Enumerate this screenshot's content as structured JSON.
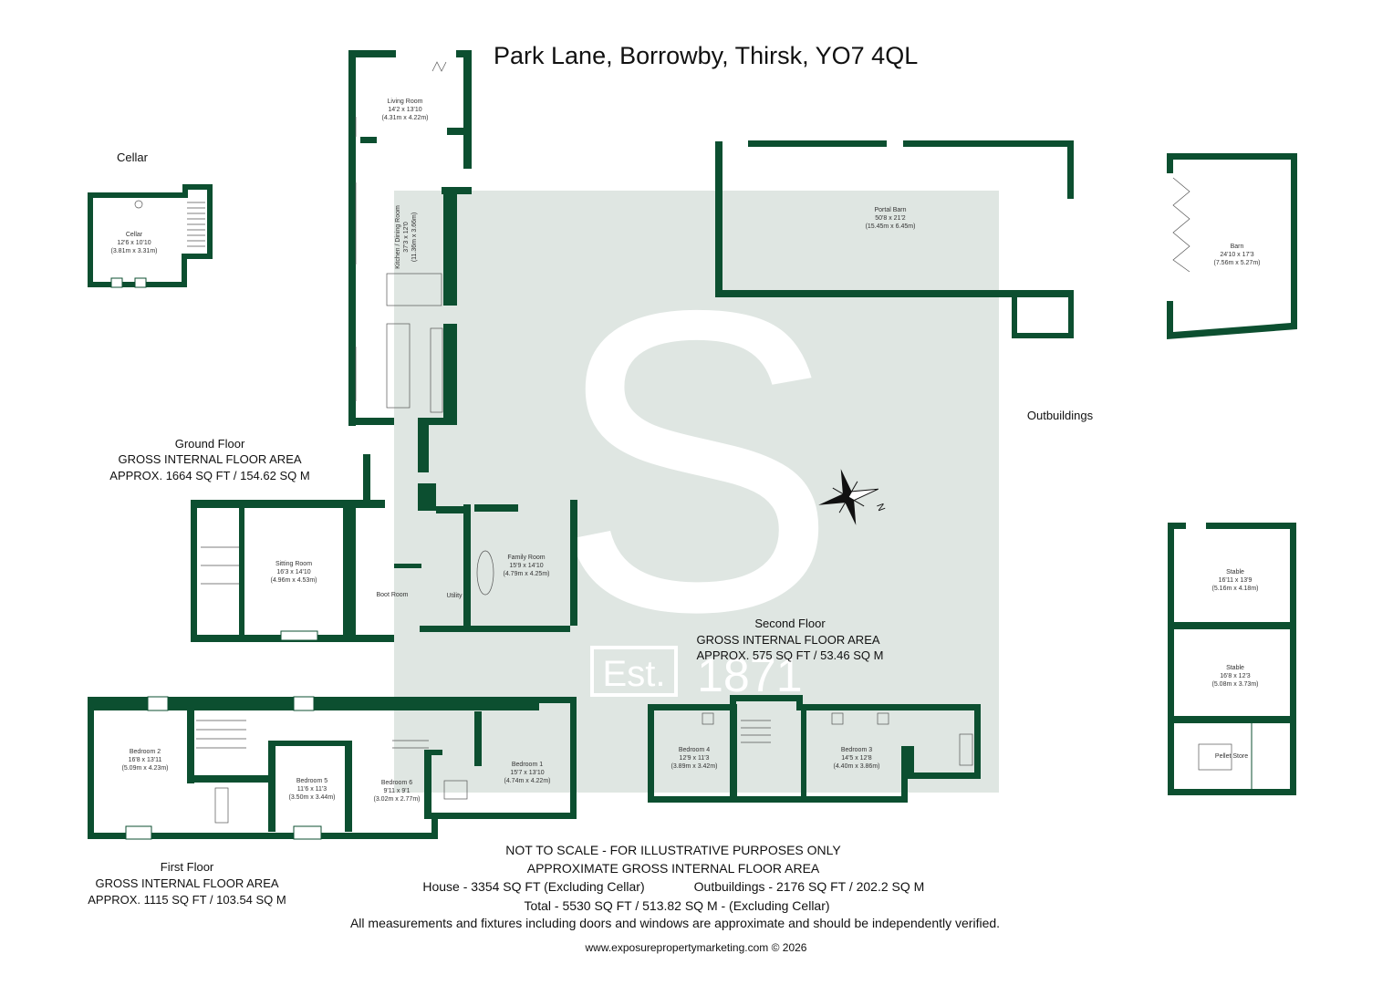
{
  "title": "Park Lane, Borrowby, Thirsk, YO7 4QL",
  "watermark": {
    "letter": "S",
    "est": "Est.",
    "year": "1871"
  },
  "cellar": {
    "heading": "Cellar",
    "rooms": [
      {
        "name": "Cellar",
        "dims": "12'6 x 10'10",
        "metric": "(3.81m x 3.31m)"
      }
    ]
  },
  "ground_floor": {
    "heading_lines": [
      "Ground Floor",
      "GROSS INTERNAL FLOOR AREA",
      "APPROX. 1664 SQ FT / 154.62 SQ M"
    ],
    "rooms": [
      {
        "name": "Living Room",
        "dims": "14'2 x 13'10",
        "metric": "(4.31m x 4.22m)"
      },
      {
        "name": "Kitchen / Dining Room",
        "dims": "37'3 x 12'0",
        "metric": "(11.36m x 3.66m)"
      },
      {
        "name": "Sitting Room",
        "dims": "16'3 x 14'10",
        "metric": "(4.96m x 4.53m)"
      },
      {
        "name": "Boot Room",
        "dims": "",
        "metric": ""
      },
      {
        "name": "Utility",
        "dims": "",
        "metric": ""
      },
      {
        "name": "Family Room",
        "dims": "15'9 x 14'10",
        "metric": "(4.79m x 4.25m)"
      }
    ]
  },
  "first_floor": {
    "heading_lines": [
      "First Floor",
      "GROSS INTERNAL FLOOR AREA",
      "APPROX. 1115 SQ FT / 103.54 SQ M"
    ],
    "rooms": [
      {
        "name": "Bedroom 2",
        "dims": "16'8 x 13'11",
        "metric": "(5.09m x 4.23m)"
      },
      {
        "name": "Bedroom 5",
        "dims": "11'6 x 11'3",
        "metric": "(3.50m x 3.44m)"
      },
      {
        "name": "Bedroom 6",
        "dims": "9'11 x 9'1",
        "metric": "(3.02m x 2.77m)"
      },
      {
        "name": "Bedroom 1",
        "dims": "15'7 x 13'10",
        "metric": "(4.74m x 4.22m)"
      }
    ]
  },
  "second_floor": {
    "heading_lines": [
      "Second Floor",
      "GROSS INTERNAL FLOOR AREA",
      "APPROX. 575 SQ FT / 53.46 SQ M"
    ],
    "rooms": [
      {
        "name": "Bedroom 4",
        "dims": "12'9 x 11'3",
        "metric": "(3.89m x 3.42m)"
      },
      {
        "name": "Bedroom 3",
        "dims": "14'5 x 12'8",
        "metric": "(4.40m x 3.86m)"
      }
    ]
  },
  "outbuildings": {
    "heading": "Outbuildings",
    "rooms": [
      {
        "name": "Portal Barn",
        "dims": "50'8 x 21'2",
        "metric": "(15.45m x 6.45m)"
      },
      {
        "name": "Barn",
        "dims": "24'10 x 17'3",
        "metric": "(7.56m x 5.27m)"
      },
      {
        "name": "Stable",
        "dims": "16'11 x 13'9",
        "metric": "(5.16m x 4.18m)"
      },
      {
        "name": "Stable",
        "dims": "16'8 x 12'3",
        "metric": "(5.08m x 3.73m)"
      },
      {
        "name": "Pellet Store",
        "dims": "",
        "metric": ""
      }
    ]
  },
  "compass": {
    "label": "N"
  },
  "footer": {
    "line1": "NOT TO SCALE - FOR ILLUSTRATIVE PURPOSES ONLY",
    "line2": "APPROXIMATE GROSS INTERNAL FLOOR AREA",
    "house": "House - 3354 SQ FT (Excluding Cellar)",
    "outbuildings": "Outbuildings - 2176 SQ FT / 202.2 SQ M",
    "total": "Total - 5530 SQ FT / 513.82 SQ M - (Excluding Cellar)",
    "disclaimer": "All measurements and fixtures including doors and windows are approximate and should be independently verified.",
    "url": "www.exposurepropertymarketing.com © 2026"
  },
  "colors": {
    "wall": "#0c4f30",
    "watermark_bg": "#dfe6e2",
    "text": "#111111"
  }
}
